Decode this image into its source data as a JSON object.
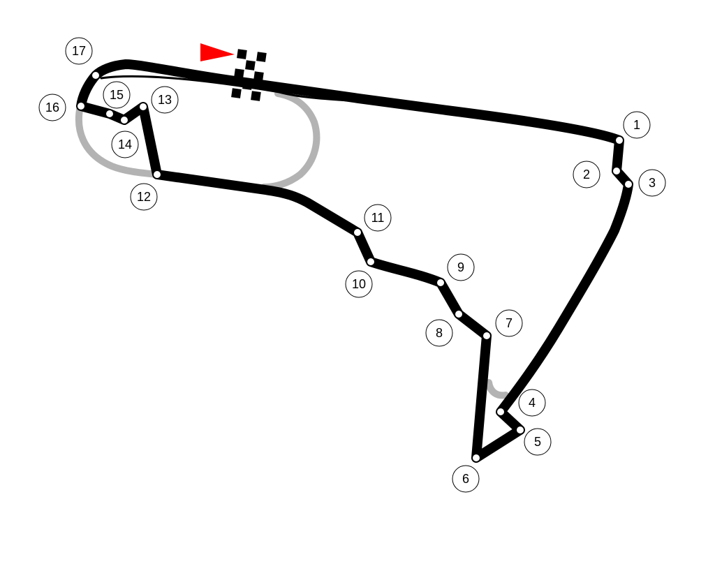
{
  "colors": {
    "background": "#ffffff",
    "track": "#000000",
    "unused_track": "#b3b3b3",
    "marker": "#ffffff",
    "flag": "#ff0000"
  },
  "icons": {
    "start_flag": "red-triangle-flag",
    "finish_line": "checkered-flag"
  },
  "corners": [
    {
      "label": "1"
    },
    {
      "label": "2"
    },
    {
      "label": "3"
    },
    {
      "label": "4"
    },
    {
      "label": "5"
    },
    {
      "label": "6"
    },
    {
      "label": "7"
    },
    {
      "label": "8"
    },
    {
      "label": "9"
    },
    {
      "label": "10"
    },
    {
      "label": "11"
    },
    {
      "label": "12"
    },
    {
      "label": "13"
    },
    {
      "label": "14"
    },
    {
      "label": "15"
    },
    {
      "label": "16"
    },
    {
      "label": "17"
    }
  ]
}
